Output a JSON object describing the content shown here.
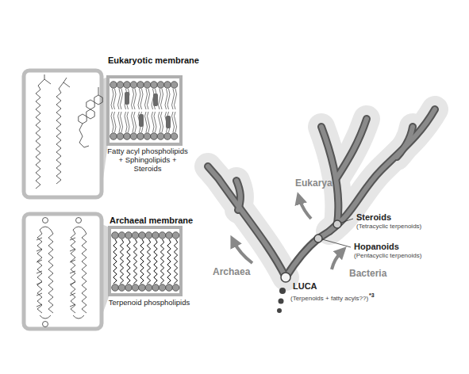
{
  "diagram": {
    "nodes": [
      {
        "text": [
          "Eukaryotic membrane",
          "Fatty acyl phospholipids + Sphingolipids + Steroids"
        ]
      },
      {
        "text": [
          "Archaeal membrane",
          "Terpenoid phospholipids"
        ]
      }
    ],
    "edges": [],
    "labels": [
      "Eukarya",
      "Archaea",
      "Bacteria",
      "Steroids",
      "(Tetracyclic terpenoids)",
      "Hopanoids",
      "(Pentacyclic terpenoids)",
      "LUCA",
      "(Terpenoids + fatty acyls??)",
      "*3"
    ]
  }
}
